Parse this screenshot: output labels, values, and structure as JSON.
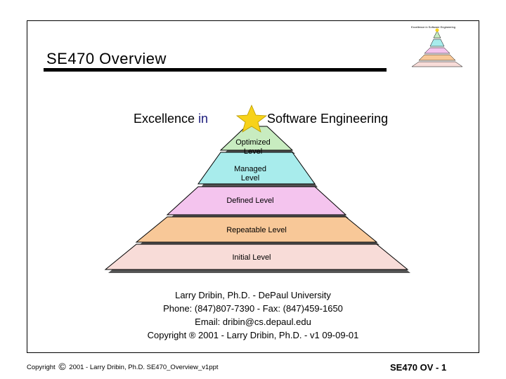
{
  "slide": {
    "title": "SE470 Overview",
    "mini_title": "Excellence in Software Engineering",
    "heading_left_a": "Excellence",
    "heading_left_b": "in",
    "heading_right": "Software Engineering"
  },
  "pyramid": {
    "levels": [
      {
        "line1": "Optimized",
        "line2": "Level",
        "color": "#c8ecc0"
      },
      {
        "line1": "Managed",
        "line2": "Level",
        "color": "#a8ecec"
      },
      {
        "line1": "Defined Level",
        "line2": "",
        "color": "#f4c4ee"
      },
      {
        "line1": "Repeatable Level",
        "line2": "",
        "color": "#f8c898"
      },
      {
        "line1": "Initial Level",
        "line2": "",
        "color": "#f8dcd8"
      }
    ],
    "star_color": "#f7d21a"
  },
  "contact": {
    "line1": "Larry Dribin, Ph.D.  - DePaul University",
    "line2": "Phone: (847)807-7390 - Fax: (847)459-1650",
    "line3": "Email: dribin@cs.depaul.edu",
    "line4": "Copyright ® 2001  -  Larry Dribin, Ph.D.  -  v1  09-09-01"
  },
  "footer": {
    "left_prefix": "Copyright",
    "symbol": "©",
    "left_text": "2001 - Larry Dribin, Ph.D. SE470_Overview_v1ppt",
    "right": "SE470 OV -  1"
  }
}
